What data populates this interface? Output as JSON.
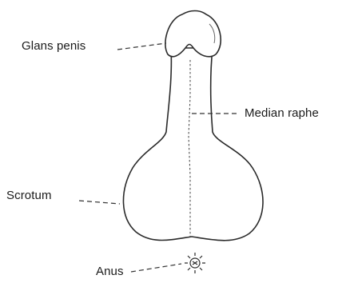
{
  "labels": {
    "glans": "Glans penis",
    "raphe": "Median raphe",
    "scrotum": "Scrotum",
    "anus": "Anus"
  },
  "colors": {
    "line": "#2a2a2a",
    "background": "#ffffff"
  }
}
